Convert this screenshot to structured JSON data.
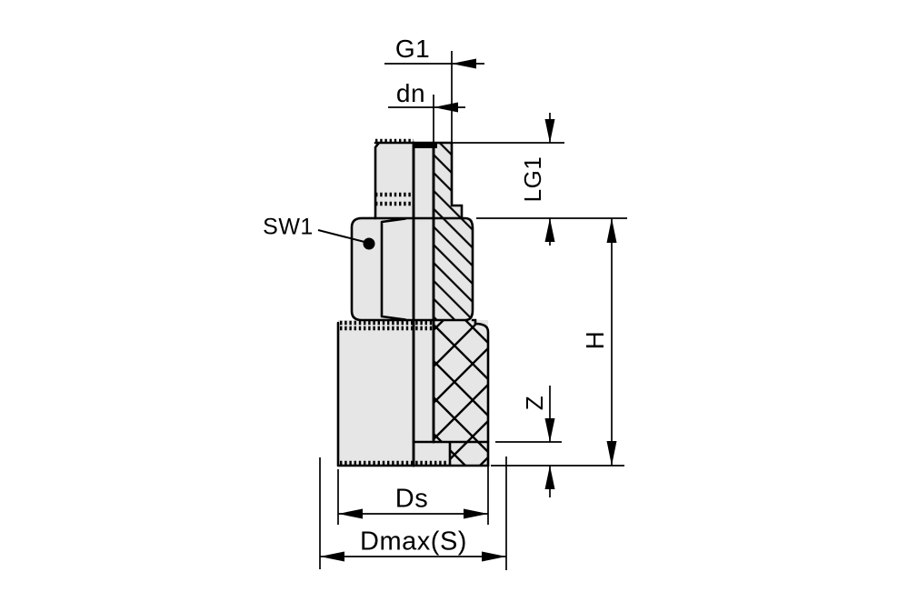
{
  "diagram": {
    "type": "technical-dimension-drawing",
    "subject": "vacuum suction cup with threaded fitting and hex nut, right half shown in section",
    "background": "#ffffff",
    "part_fill": "#e6e6e6",
    "line_color": "#000000"
  },
  "labels": {
    "g1": "G1",
    "dn": "dn",
    "sw1": "SW1",
    "lg1": "LG1",
    "h": "H",
    "z": "Z",
    "ds": "Ds",
    "dmax": "Dmax(S)"
  }
}
